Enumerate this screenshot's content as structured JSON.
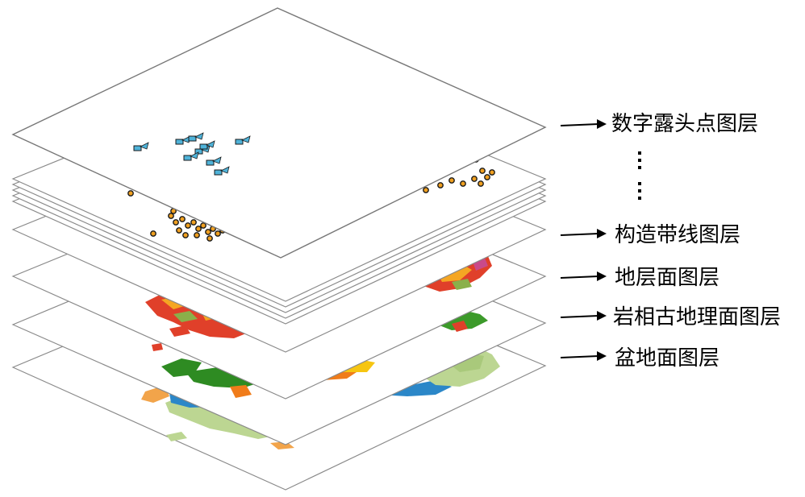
{
  "layers": [
    {
      "key": "outcrop",
      "label": "数字露头点图层"
    },
    {
      "key": "tectonic",
      "label": "构造带线图层"
    },
    {
      "key": "strata",
      "label": "地层面图层"
    },
    {
      "key": "lithofacies",
      "label": "岩相古地理面图层"
    },
    {
      "key": "basin",
      "label": "盆地面图层"
    }
  ],
  "colors": {
    "outcrop_symbol": "#4fb3d9",
    "point_marker": "#f0a020",
    "strata_red": "#e0402a",
    "strata_orange": "#f5a623",
    "litho_green": "#2e8b22",
    "litho_yellow": "#f6c511",
    "litho_orange": "#f07c1a",
    "basin_blue": "#2b87c8",
    "basin_sage": "#bcd692",
    "basin_orange": "#f2a44a"
  }
}
